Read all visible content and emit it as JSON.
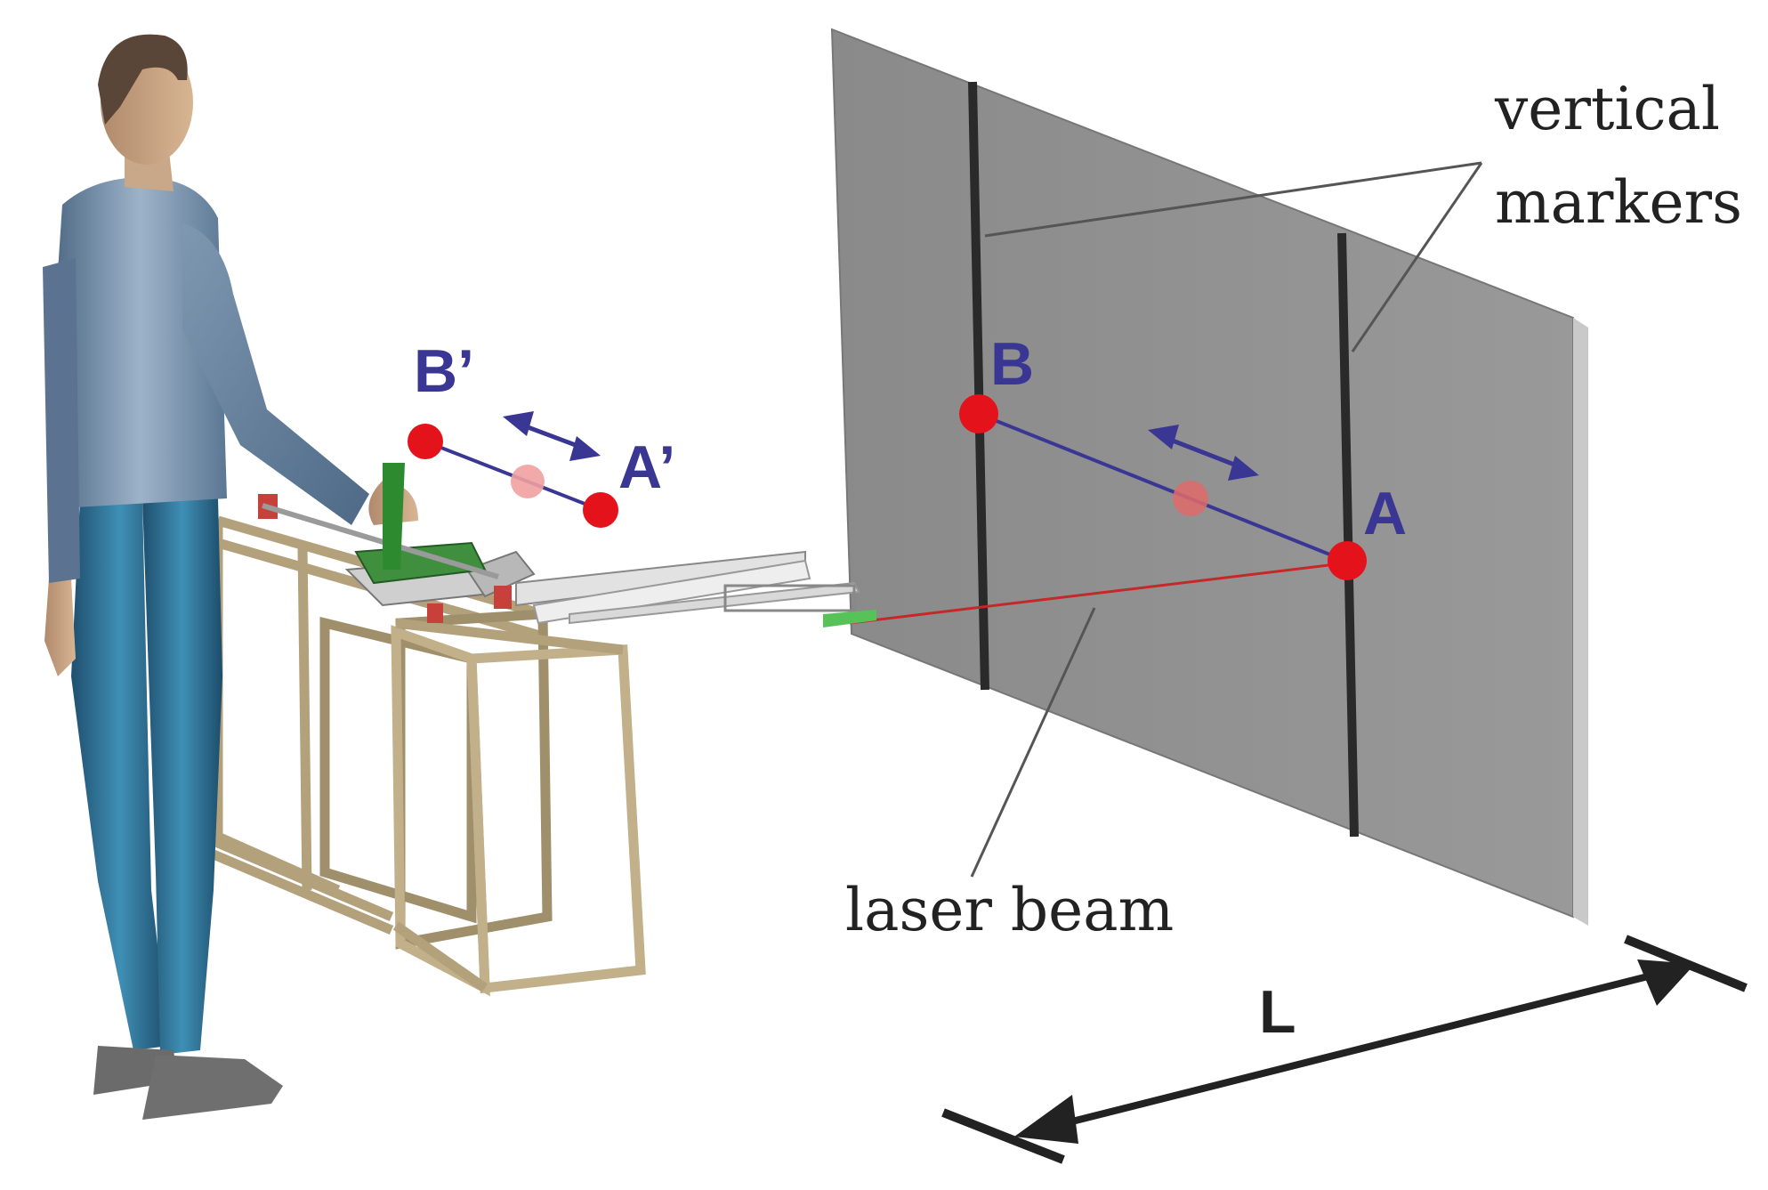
{
  "labels": {
    "point_b_prime": "B’",
    "point_a_prime": "A’",
    "point_b": "B",
    "point_a": "A",
    "markers_line1": "vertical",
    "markers_line2": "markers",
    "laser": "laser beam",
    "distance": "L"
  },
  "colors": {
    "point": "#e3121b",
    "point_label": "#3a3794",
    "laser": "#c62828",
    "board": "#8e8e8e"
  }
}
